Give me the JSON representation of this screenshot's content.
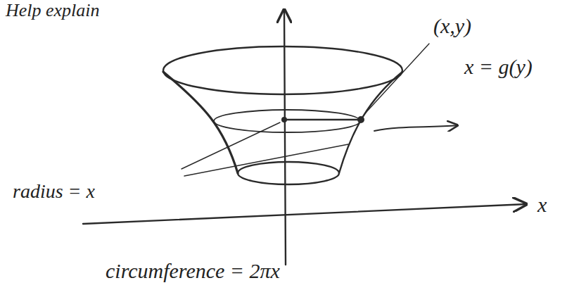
{
  "diagram": {
    "labels": [
      "Help explain",
      "(x,y)",
      "x = g(y)",
      "radius = x",
      "x",
      "circumference = 2πx"
    ]
  }
}
